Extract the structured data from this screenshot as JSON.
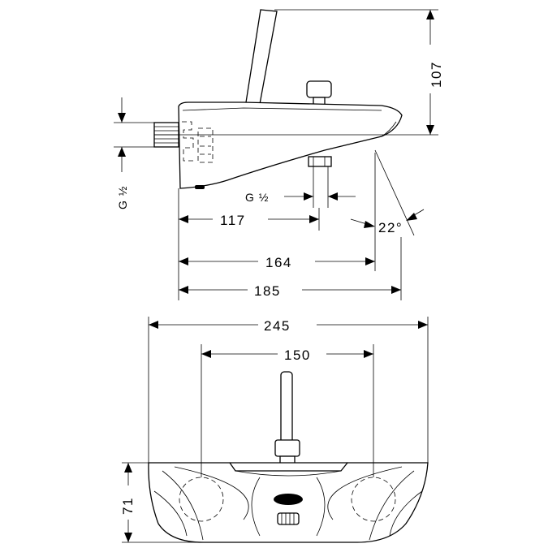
{
  "dimensions": {
    "height_107": "107",
    "thread_left": "G ½",
    "thread_outlet": "G ½",
    "length_117": "117",
    "angle": "22°",
    "length_164": "164",
    "length_185": "185",
    "width_245": "245",
    "centers_150": "150",
    "depth_71": "71"
  },
  "colors": {
    "line": "#000000",
    "background": "#ffffff"
  }
}
